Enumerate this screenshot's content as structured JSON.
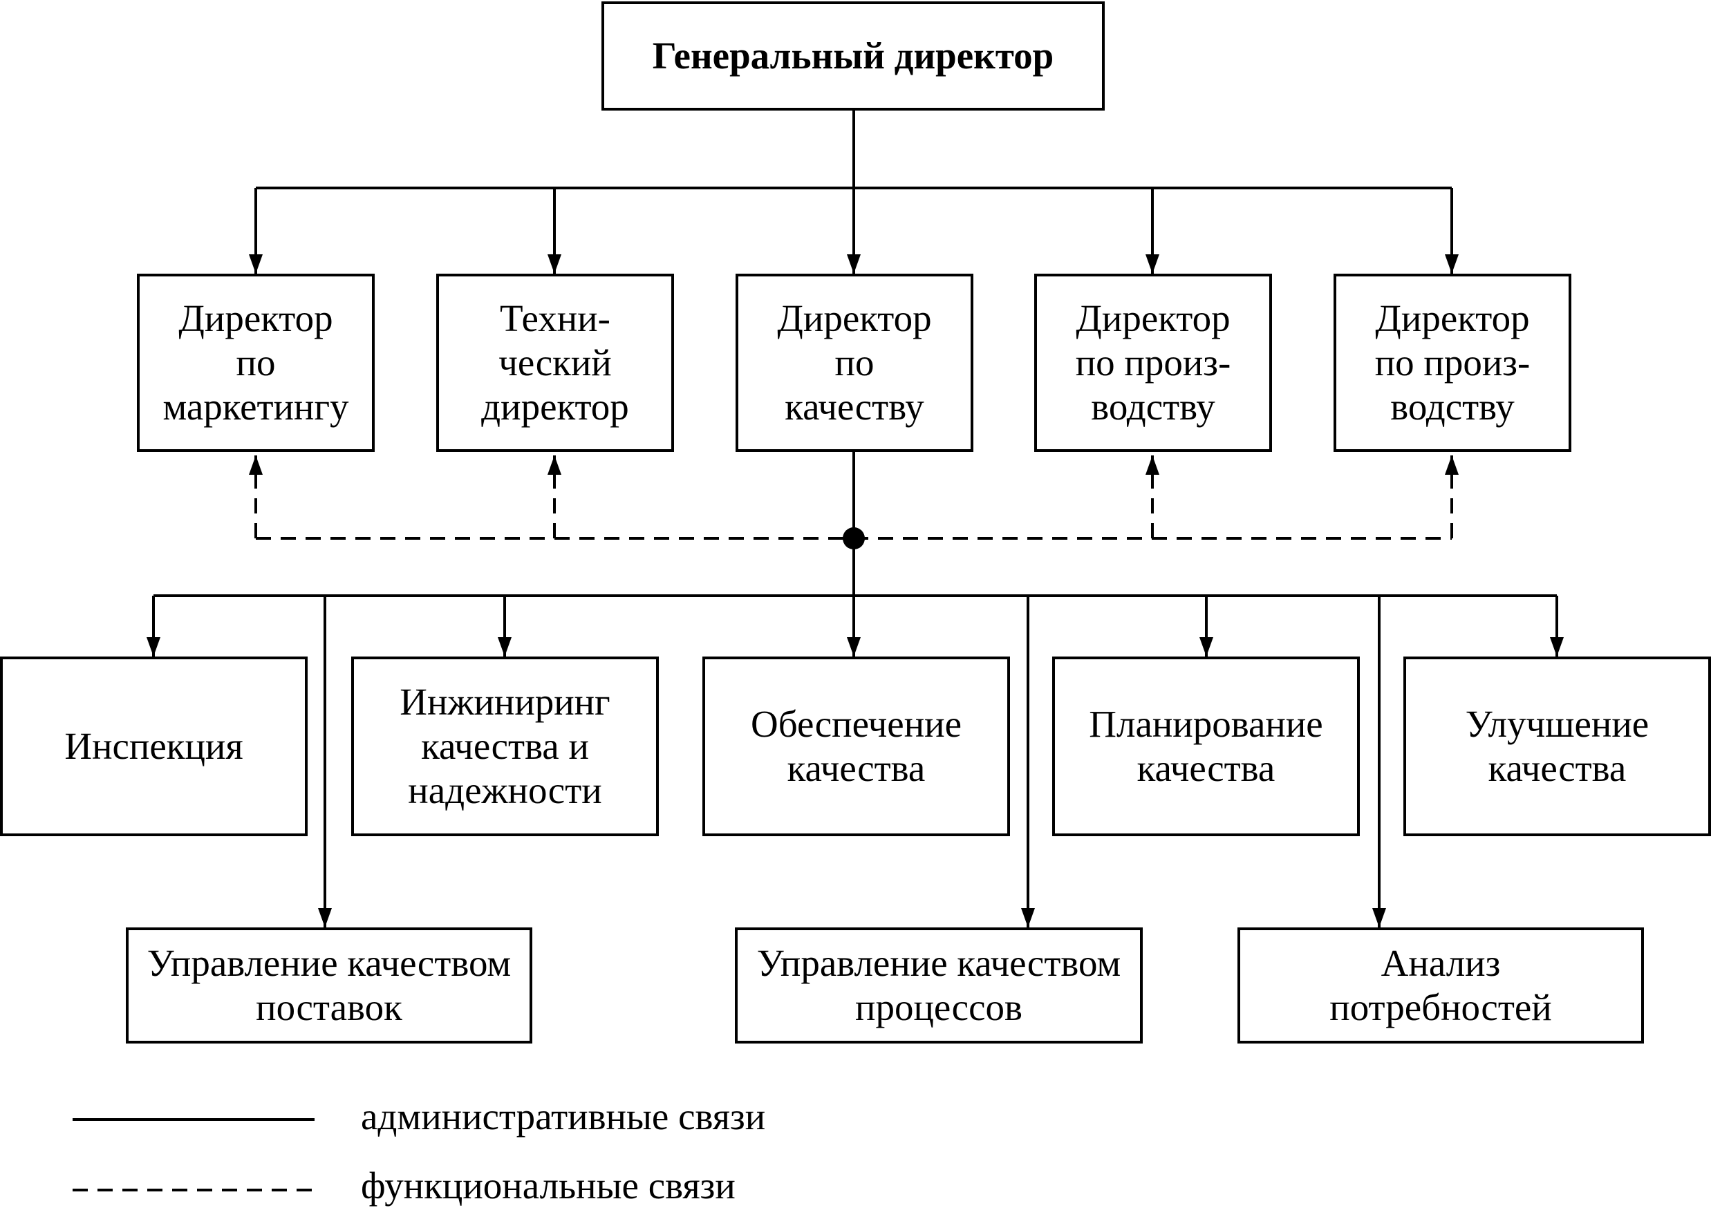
{
  "nodes": {
    "ceo": "Генеральный директор",
    "marketing": "Директор\nпо\nмаркетингу",
    "technical": "Техни-\nческий\nдиректор",
    "quality_director": "Директор\nпо\nкачеству",
    "production_1": "Директор\nпо произ-\nводству",
    "production_2": "Директор\nпо произ-\nводству",
    "inspection": "Инспекция",
    "quality_engineering": "Инжиниринг\nкачества и\nнадежности",
    "quality_assurance": "Обеспечение\nкачества",
    "quality_planning": "Планирование\nкачества",
    "quality_improvement": "Улучшение\nкачества",
    "supply_quality": "Управление качеством\nпоставок",
    "process_quality": "Управление качеством\nпроцессов",
    "needs_analysis": "Анализ\nпотребностей"
  },
  "legend": {
    "administrative": "административные связи",
    "functional": "функциональные связи"
  }
}
